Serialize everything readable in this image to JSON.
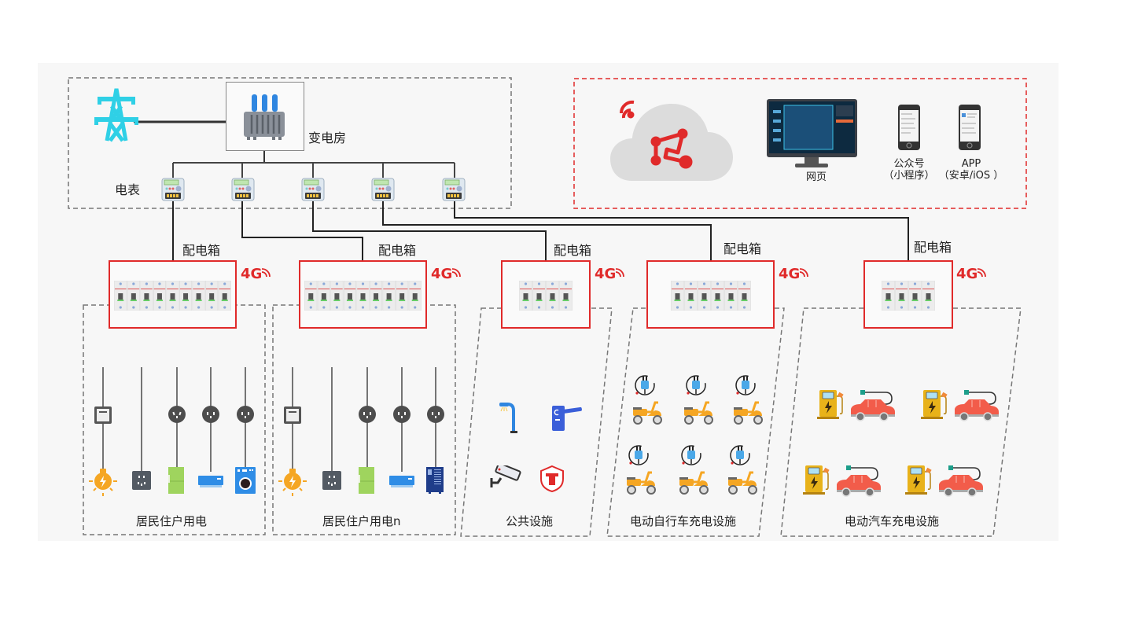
{
  "substation": {
    "transformer_label": "变电房",
    "meter_label": "电表",
    "meter_count": 5
  },
  "cloud_platform": {
    "clients": [
      {
        "label": "网页"
      },
      {
        "label": "公众号",
        "sublabel": "（小程序）"
      },
      {
        "label": "APP",
        "sublabel": "（安卓/iOS ）"
      }
    ]
  },
  "distribution_boxes": [
    {
      "label": "配电箱",
      "signal": "4G",
      "breakers": 9
    },
    {
      "label": "配电箱",
      "signal": "4G",
      "breakers": 9
    },
    {
      "label": "配电箱",
      "signal": "4G",
      "breakers": 4
    },
    {
      "label": "配电箱",
      "signal": "4G",
      "breakers": 6
    },
    {
      "label": "配电箱",
      "signal": "4G",
      "breakers": 4
    }
  ],
  "zones": [
    {
      "label": "居民住户用电",
      "devices": [
        "switch",
        "socket",
        "fridge",
        "air-conditioner",
        "washing-machine"
      ]
    },
    {
      "label": "居民住户用电n",
      "devices": [
        "switch",
        "socket",
        "fridge",
        "air-conditioner",
        "server-cabinet"
      ]
    },
    {
      "label": "公共设施",
      "devices": [
        "street-lamp",
        "barrier-gate",
        "security-camera",
        "fire-hydrant"
      ]
    },
    {
      "label": "电动自行车充电设施",
      "devices": [
        "plug-scooter",
        "plug-scooter",
        "plug-scooter",
        "plug-scooter",
        "plug-scooter",
        "plug-scooter"
      ]
    },
    {
      "label": "电动汽车充电设施",
      "devices": [
        "charger-car",
        "charger-car",
        "charger-car",
        "charger-car"
      ]
    }
  ],
  "colors": {
    "accent_red": "#e02a2a",
    "tower_cyan": "#2fd0e6",
    "dashed_gray": "#777777",
    "scooter_orange": "#f5a623",
    "car_red": "#f25c4a",
    "charger_yellow": "#e8b21a"
  }
}
